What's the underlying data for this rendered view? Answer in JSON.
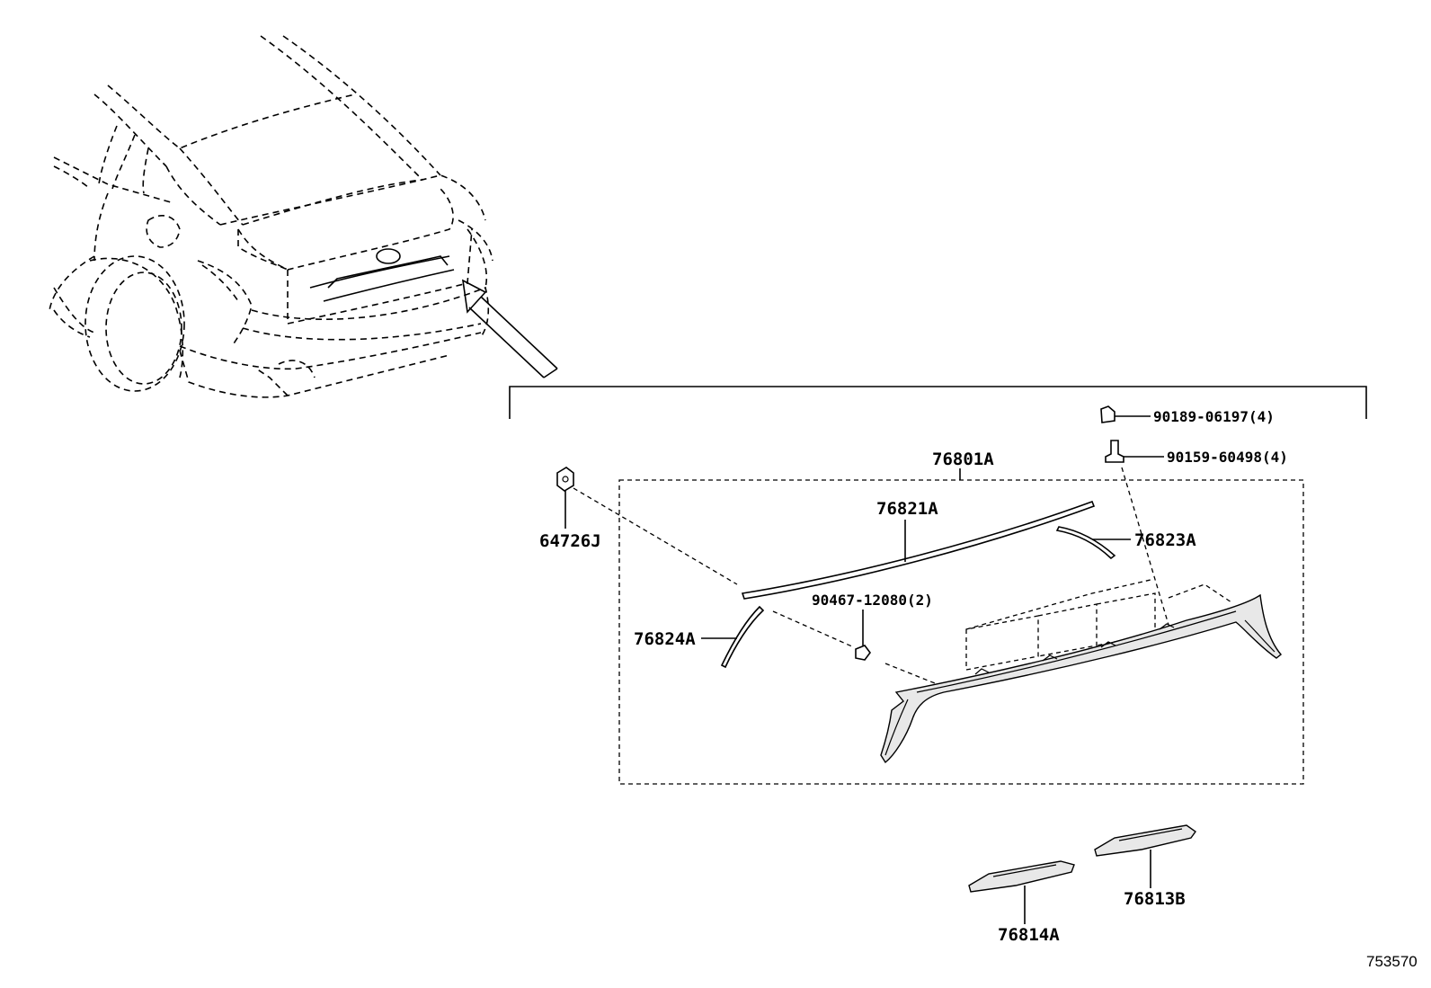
{
  "diagram": {
    "figure_id": "753570",
    "parts": {
      "p_76801A": "76801A",
      "p_76821A": "76821A",
      "p_76823A": "76823A",
      "p_76824A": "76824A",
      "p_64726J": "64726J",
      "p_90467": "90467-12080(2)",
      "p_90189": "90189-06197(4)",
      "p_90159": "90159-60498(4)",
      "p_76814A": "76814A",
      "p_76813B": "76813B"
    }
  }
}
